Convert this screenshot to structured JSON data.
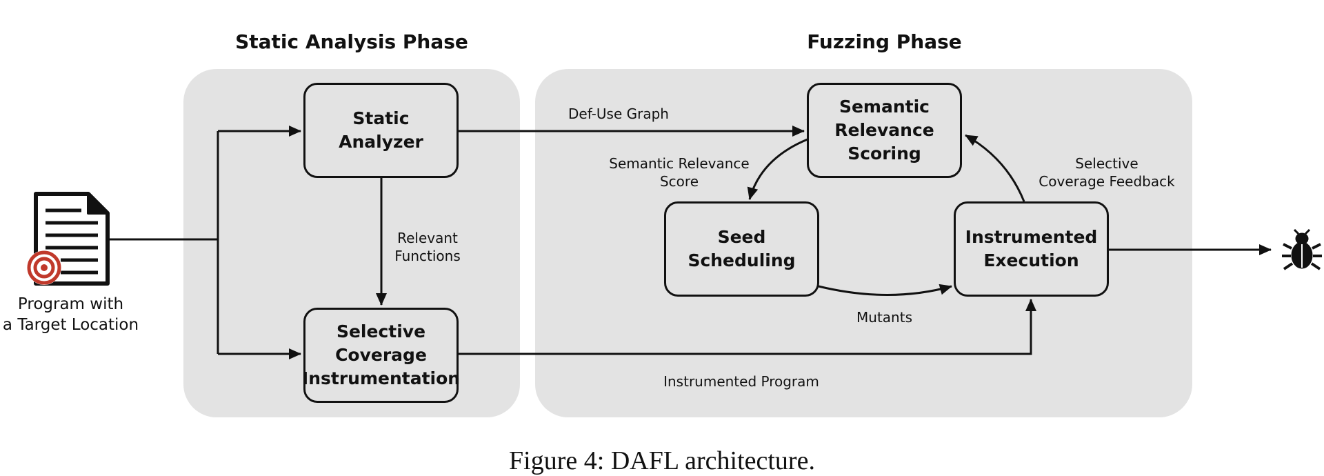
{
  "phases": {
    "static": {
      "title": "Static Analysis Phase"
    },
    "fuzzing": {
      "title": "Fuzzing Phase"
    }
  },
  "nodes": {
    "static_analyzer": "Static\nAnalyzer",
    "selective_coverage_instrumentation": "Selective\nCoverage\nInstrumentation",
    "semantic_relevance_scoring": "Semantic\nRelevance\nScoring",
    "seed_scheduling": "Seed\nScheduling",
    "instrumented_execution": "Instrumented\nExecution"
  },
  "input": {
    "label": "Program with\na Target Location",
    "icon": "document-with-target-icon"
  },
  "output": {
    "icon": "bug-icon"
  },
  "edge_labels": {
    "def_use_graph": "Def-Use Graph",
    "relevant_functions": "Relevant\nFunctions",
    "semantic_relevance_score": "Semantic Relevance\nScore",
    "selective_coverage_feedback": "Selective\nCoverage Feedback",
    "mutants": "Mutants",
    "instrumented_program": "Instrumented Program"
  },
  "caption": "Figure 4: DAFL architecture.",
  "colors": {
    "phase_background": "#e3e3e3",
    "stroke": "#111111",
    "target_red": "#c0392b"
  }
}
